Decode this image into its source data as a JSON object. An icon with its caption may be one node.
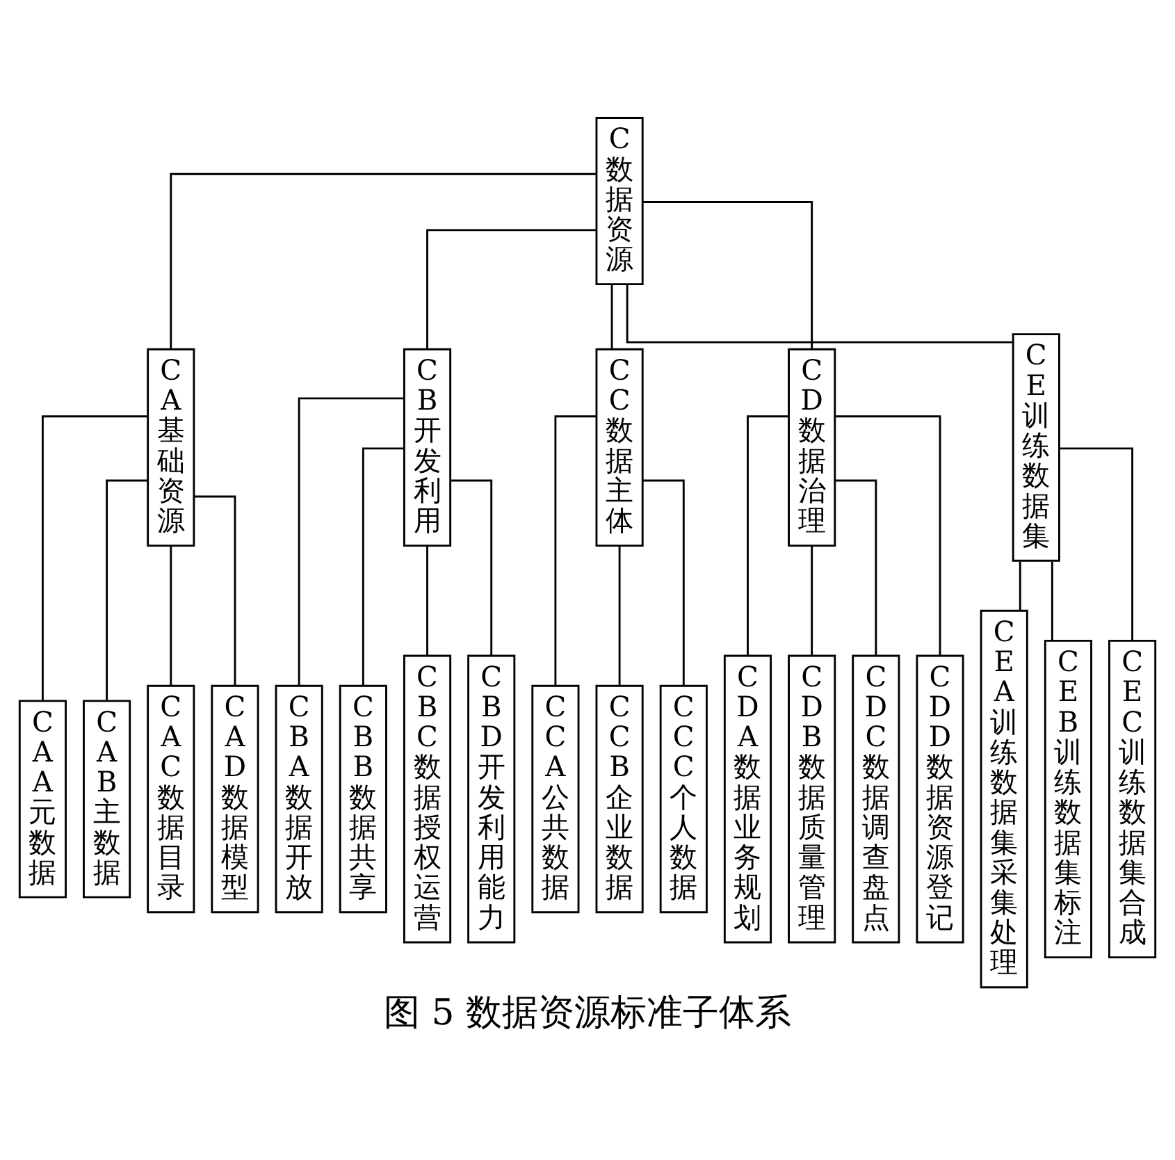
{
  "diagram": {
    "caption": "图 5 数据资源标准子体系",
    "nodes": [
      {
        "text": [
          "C数据资源"
        ]
      },
      {
        "text": [
          "CA基础资源"
        ]
      },
      {
        "text": [
          "CB开发利用"
        ]
      },
      {
        "text": [
          "CC数据主体"
        ]
      },
      {
        "text": [
          "CD数据治理"
        ]
      },
      {
        "text": [
          "CE训练数据集"
        ]
      },
      {
        "text": [
          "CAA元数据"
        ]
      },
      {
        "text": [
          "CAB主数据"
        ]
      },
      {
        "text": [
          "CAC数据目录"
        ]
      },
      {
        "text": [
          "CAD数据模型"
        ]
      },
      {
        "text": [
          "CBA数据开放"
        ]
      },
      {
        "text": [
          "CBB数据共享"
        ]
      },
      {
        "text": [
          "CBC数据授权运营"
        ]
      },
      {
        "text": [
          "CBD开发利用能力"
        ]
      },
      {
        "text": [
          "CCA公共数据"
        ]
      },
      {
        "text": [
          "CCB企业数据"
        ]
      },
      {
        "text": [
          "CCC个人数据"
        ]
      },
      {
        "text": [
          "CDA数据业务规划"
        ]
      },
      {
        "text": [
          "CDB数据质量管理"
        ]
      },
      {
        "text": [
          "CDC数据调查盘点"
        ]
      },
      {
        "text": [
          "CDD数据资源登记"
        ]
      },
      {
        "text": [
          "CEA训练数据集采集处理"
        ]
      },
      {
        "text": [
          "CEB训练数据集标注"
        ]
      },
      {
        "text": [
          "CEC训练数据集合成"
        ]
      }
    ],
    "edges": [
      {
        "from": 0,
        "to": 1,
        "arrow": "none"
      },
      {
        "from": 0,
        "to": 2,
        "arrow": "none"
      },
      {
        "from": 0,
        "to": 3,
        "arrow": "none"
      },
      {
        "from": 0,
        "to": 4,
        "arrow": "none"
      },
      {
        "from": 0,
        "to": 5,
        "arrow": "none"
      },
      {
        "from": 1,
        "to": 6,
        "arrow": "none"
      },
      {
        "from": 1,
        "to": 7,
        "arrow": "none"
      },
      {
        "from": 1,
        "to": 8,
        "arrow": "none"
      },
      {
        "from": 1,
        "to": 9,
        "arrow": "none"
      },
      {
        "from": 2,
        "to": 10,
        "arrow": "none"
      },
      {
        "from": 2,
        "to": 11,
        "arrow": "none"
      },
      {
        "from": 2,
        "to": 12,
        "arrow": "none"
      },
      {
        "from": 2,
        "to": 13,
        "arrow": "none"
      },
      {
        "from": 3,
        "to": 14,
        "arrow": "none"
      },
      {
        "from": 3,
        "to": 15,
        "arrow": "none"
      },
      {
        "from": 3,
        "to": 16,
        "arrow": "none"
      },
      {
        "from": 4,
        "to": 17,
        "arrow": "none"
      },
      {
        "from": 4,
        "to": 18,
        "arrow": "none"
      },
      {
        "from": 4,
        "to": 19,
        "arrow": "none"
      },
      {
        "from": 4,
        "to": 20,
        "arrow": "none"
      },
      {
        "from": 5,
        "to": 21,
        "arrow": "none"
      },
      {
        "from": 5,
        "to": 22,
        "arrow": "none"
      },
      {
        "from": 5,
        "to": 23,
        "arrow": "none"
      }
    ]
  }
}
